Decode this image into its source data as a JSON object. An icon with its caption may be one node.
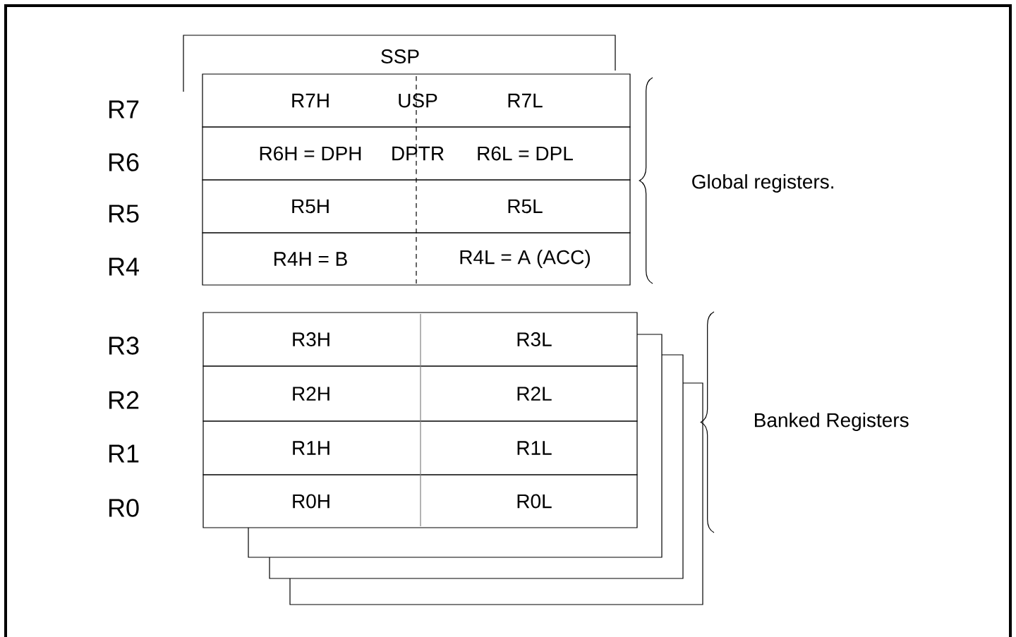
{
  "diagram": {
    "nodes": [
      {
        "text": [
          "SSP"
        ]
      },
      {
        "text": [
          "R7H",
          "USP",
          "R7L"
        ]
      },
      {
        "text": [
          "R6H = DPH",
          "DPTR",
          "R6L = DPL"
        ]
      },
      {
        "text": [
          "R5H",
          "R5L"
        ]
      },
      {
        "text": [
          "R4H = B",
          "R4L = A (ACC)"
        ]
      },
      {
        "text": [
          "R3H",
          "R3L"
        ]
      },
      {
        "text": [
          "R2H",
          "R2L"
        ]
      },
      {
        "text": [
          "R1H",
          "R1L"
        ]
      },
      {
        "text": [
          "R0H",
          "R0L"
        ]
      },
      {
        "text": [],
        "shape": "box"
      },
      {
        "text": [],
        "shape": "box"
      },
      {
        "text": [],
        "shape": "box"
      }
    ],
    "labels": [
      "R7",
      "R6",
      "R5",
      "R4",
      "R3",
      "R2",
      "R1",
      "R0",
      "Global registers.",
      "Banked Registers"
    ]
  }
}
